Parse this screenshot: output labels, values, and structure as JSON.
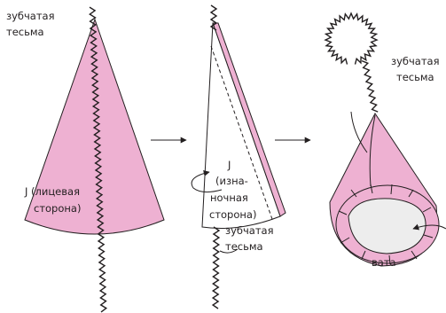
{
  "colors": {
    "fabric_right_side": "#eeb1d2",
    "fabric_wrong_side": "#ffffff",
    "stuffing": "#ededed",
    "outline": "#231f20"
  },
  "step1": {
    "trim_label": [
      "зубчатая",
      "тесьма"
    ],
    "piece_label": [
      "J (лицевая",
      "сторона)"
    ]
  },
  "step2": {
    "piece_label": [
      "J",
      "(изна-",
      "ночная",
      "сторона)"
    ],
    "trim_label": [
      "зубчатая",
      "тесьма"
    ]
  },
  "step3": {
    "trim_label": [
      "зубчатая",
      "тесьма"
    ],
    "stuffing_label": "вата"
  },
  "icons": [
    "arrow-right-icon",
    "arrow-right-icon",
    "fold-arrow-icon"
  ]
}
